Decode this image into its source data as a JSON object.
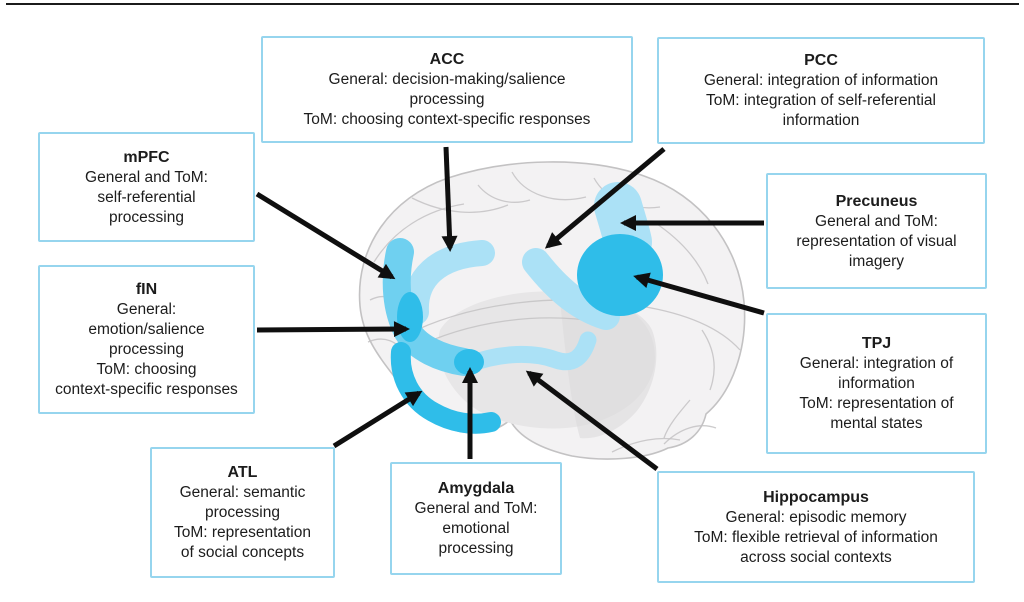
{
  "colors": {
    "background": "#ffffff",
    "box_border": "#96d5ee",
    "box_background": "#ffffff",
    "text": "#1c1c1c",
    "arrow": "#0f0f0f",
    "rule": "#1b1b1b",
    "brain_fill": "#f3f2f3",
    "brain_stroke": "#c3c2c3",
    "brain_inner": "#e7e6e7",
    "brain_deep": "#dcdbdc",
    "region_light": "#abe1f6",
    "region_medium": "#6fd0f0",
    "region_dark": "#2fbde9"
  },
  "boxes": [
    {
      "id": "acc",
      "title": "ACC",
      "lines": [
        "General: decision-making/salience",
        "processing",
        "ToM: choosing context-specific responses"
      ]
    },
    {
      "id": "pcc",
      "title": "PCC",
      "lines": [
        "General: integration of information",
        "ToM: integration of self-referential",
        "information"
      ]
    },
    {
      "id": "mpfc",
      "title": "mPFC",
      "lines": [
        "General and ToM:",
        "self-referential",
        "processing"
      ]
    },
    {
      "id": "fin",
      "title": "fIN",
      "lines": [
        "General:",
        "emotion/salience",
        "processing",
        "ToM: choosing",
        "context-specific responses"
      ]
    },
    {
      "id": "precuneus",
      "title": "Precuneus",
      "lines": [
        "General and ToM:",
        "representation of visual",
        "imagery"
      ]
    },
    {
      "id": "tpj",
      "title": "TPJ",
      "lines": [
        "General: integration of",
        "information",
        "ToM: representation of",
        "mental states"
      ]
    },
    {
      "id": "atl",
      "title": "ATL",
      "lines": [
        "General: semantic",
        "processing",
        "ToM: representation",
        "of social concepts"
      ]
    },
    {
      "id": "amygdala",
      "title": "Amygdala",
      "lines": [
        "General and ToM:",
        "emotional",
        "processing"
      ]
    },
    {
      "id": "hippocampus",
      "title": "Hippocampus",
      "lines": [
        "General: episodic memory",
        "ToM: flexible retrieval of information",
        "across social contexts"
      ]
    }
  ],
  "brain_highlights": [
    {
      "region": "mPFC",
      "shade": "medium"
    },
    {
      "region": "ACC",
      "shade": "light"
    },
    {
      "region": "fIN",
      "shade": "dark"
    },
    {
      "region": "PCC",
      "shade": "light"
    },
    {
      "region": "Precuneus",
      "shade": "light"
    },
    {
      "region": "TPJ",
      "shade": "dark"
    },
    {
      "region": "ATL",
      "shade": "dark"
    },
    {
      "region": "Amygdala",
      "shade": "dark"
    },
    {
      "region": "Hippocampus",
      "shade": "light"
    }
  ],
  "arrows": [
    {
      "from": "ACC",
      "to": "ACC brain region"
    },
    {
      "from": "PCC",
      "to": "PCC brain region"
    },
    {
      "from": "mPFC",
      "to": "mPFC brain region"
    },
    {
      "from": "Precuneus",
      "to": "Precuneus brain region"
    },
    {
      "from": "fIN",
      "to": "fIN brain region"
    },
    {
      "from": "TPJ",
      "to": "TPJ brain region"
    },
    {
      "from": "ATL",
      "to": "ATL brain region"
    },
    {
      "from": "Amygdala",
      "to": "Amygdala brain region"
    },
    {
      "from": "Hippocampus",
      "to": "Hippocampus brain region"
    }
  ]
}
